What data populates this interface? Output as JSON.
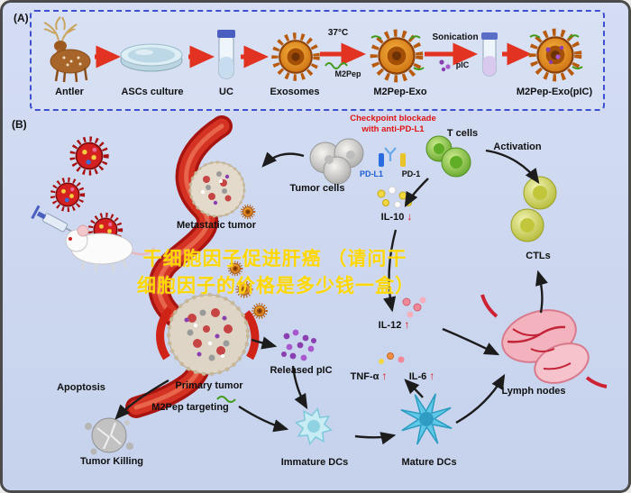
{
  "panel_a": {
    "label": "(A)",
    "steps": [
      "Antler",
      "ASCs culture",
      "UC",
      "Exosomes",
      "M2Pep-Exo",
      "M2Pep-Exo(pIC)"
    ],
    "temp_label": "37°C",
    "m2pep_label": "M2Pep",
    "sonication_label": "Sonication",
    "pic_label": "pIC"
  },
  "panel_b": {
    "label": "(B)",
    "checkpoint_line1": "Checkpoint blockade",
    "checkpoint_line2": "with anti-PD-L1",
    "tumor_cells": "Tumor cells",
    "pdl1": "PD-L1",
    "pd1": "PD-1",
    "t_cells": "T cells",
    "activation": "Activation",
    "ctls": "CTLs",
    "metastatic_tumor": "Metastatic tumor",
    "primary_tumor": "Primary tumor",
    "m2pep_targeting": "M2Pep targeting",
    "apoptosis": "Apoptosis",
    "tumor_killing": "Tumor Killing",
    "released_pic": "Released pIC",
    "immature_dcs": "Immature DCs",
    "mature_dcs": "Mature DCs",
    "lymph_nodes": "Lymph nodes",
    "cytokines": [
      {
        "name": "IL-10",
        "direction": "↓"
      },
      {
        "name": "IL-12",
        "direction": "↑"
      },
      {
        "name": "TNF-α",
        "direction": "↑"
      },
      {
        "name": "IL-6",
        "direction": "↑"
      }
    ]
  },
  "watermark": {
    "line1": "干细胞因子促进肝癌 （请问干",
    "line2": "细胞因子的价格是多少钱一盒）"
  },
  "colors": {
    "background": "#cbd6ee",
    "panel_border_blue": "#3c50d0",
    "arrow_red": "#e23222",
    "checkpoint_red": "#e01212",
    "pdl1_blue": "#1a5fd6",
    "watermark_yellow": "#ffd700",
    "exosome_orange": "#e07b16",
    "virus_red": "#cf1d15",
    "tcell_green": "#7dc63f",
    "pic_purple": "#8a3fb0",
    "vessel_red": "#cf2318",
    "lymph_pink": "#f3b3be"
  }
}
